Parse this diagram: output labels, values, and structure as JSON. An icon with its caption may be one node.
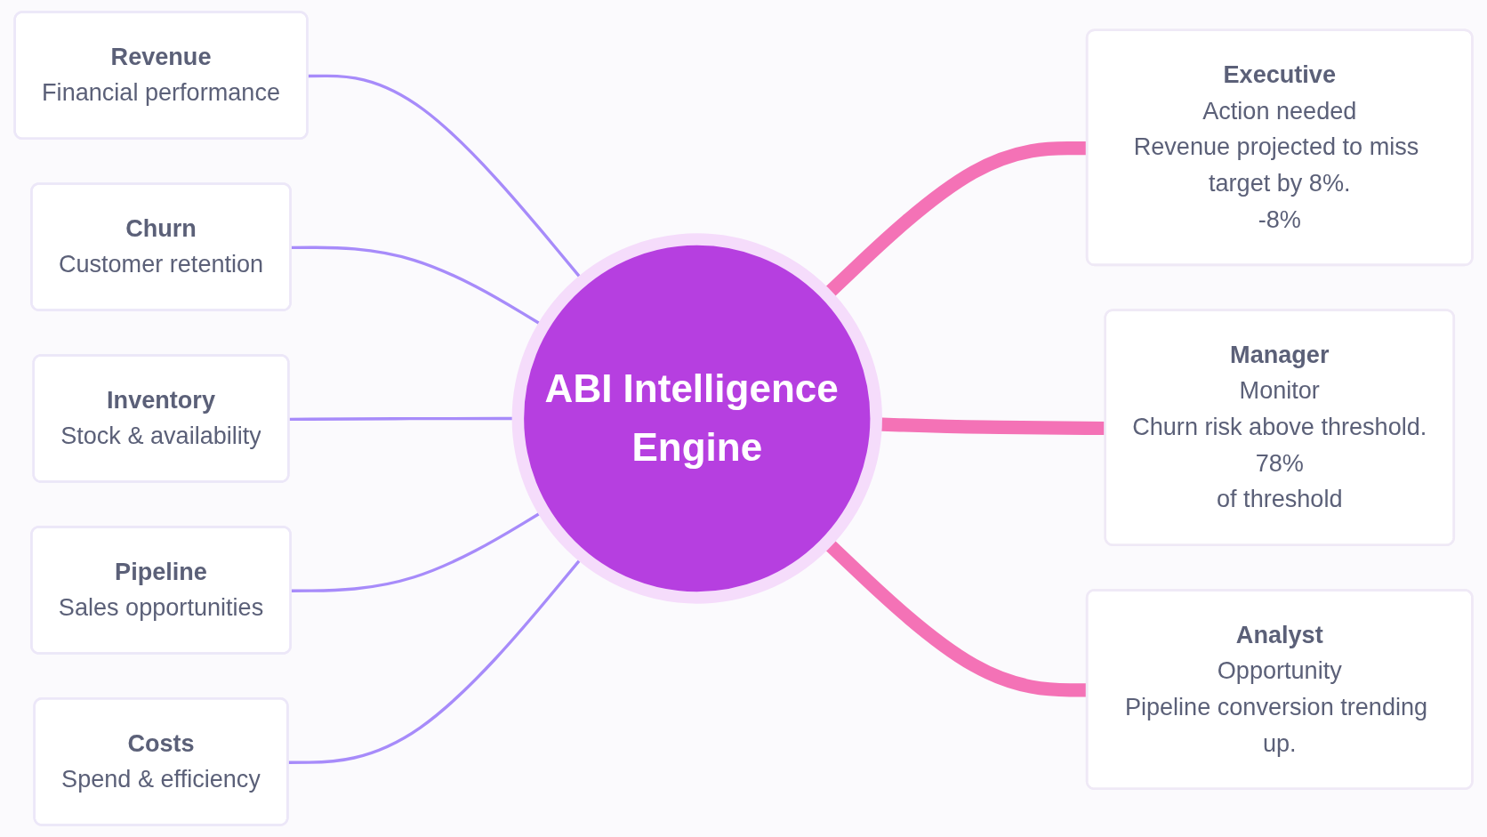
{
  "diagram": {
    "nodes": [
      {
        "text": [
          "Revenue",
          "Financial performance"
        ]
      },
      {
        "text": [
          "Churn",
          "Customer retention"
        ]
      },
      {
        "text": [
          "Inventory",
          "Stock & availability"
        ]
      },
      {
        "text": [
          "Pipeline",
          "Sales opportunities"
        ]
      },
      {
        "text": [
          "Costs",
          "Spend & efficiency"
        ]
      },
      {
        "text": [
          "ABI Intelligence Engine"
        ]
      },
      {
        "text": [
          "Executive",
          "Action needed",
          "Revenue projected to miss target by 8%.",
          "-8%"
        ]
      },
      {
        "text": [
          "Manager",
          "Monitor",
          "Churn risk above threshold.",
          "78%",
          "of threshold"
        ]
      },
      {
        "text": [
          "Analyst",
          "Opportunity",
          "Pipeline conversion trending up."
        ]
      }
    ],
    "edges": [
      {
        "from": 0,
        "to": 5,
        "arrow": "none"
      },
      {
        "from": 1,
        "to": 5,
        "arrow": "none"
      },
      {
        "from": 2,
        "to": 5,
        "arrow": "none"
      },
      {
        "from": 3,
        "to": 5,
        "arrow": "none"
      },
      {
        "from": 4,
        "to": 5,
        "arrow": "none"
      },
      {
        "from": 5,
        "to": 6,
        "arrow": "none",
        "style": "thick",
        "color": "#f472b6"
      },
      {
        "from": 5,
        "to": 7,
        "arrow": "none",
        "style": "thick",
        "color": "#f472b6"
      },
      {
        "from": 5,
        "to": 8,
        "arrow": "none",
        "style": "thick",
        "color": "#f472b6"
      }
    ]
  }
}
